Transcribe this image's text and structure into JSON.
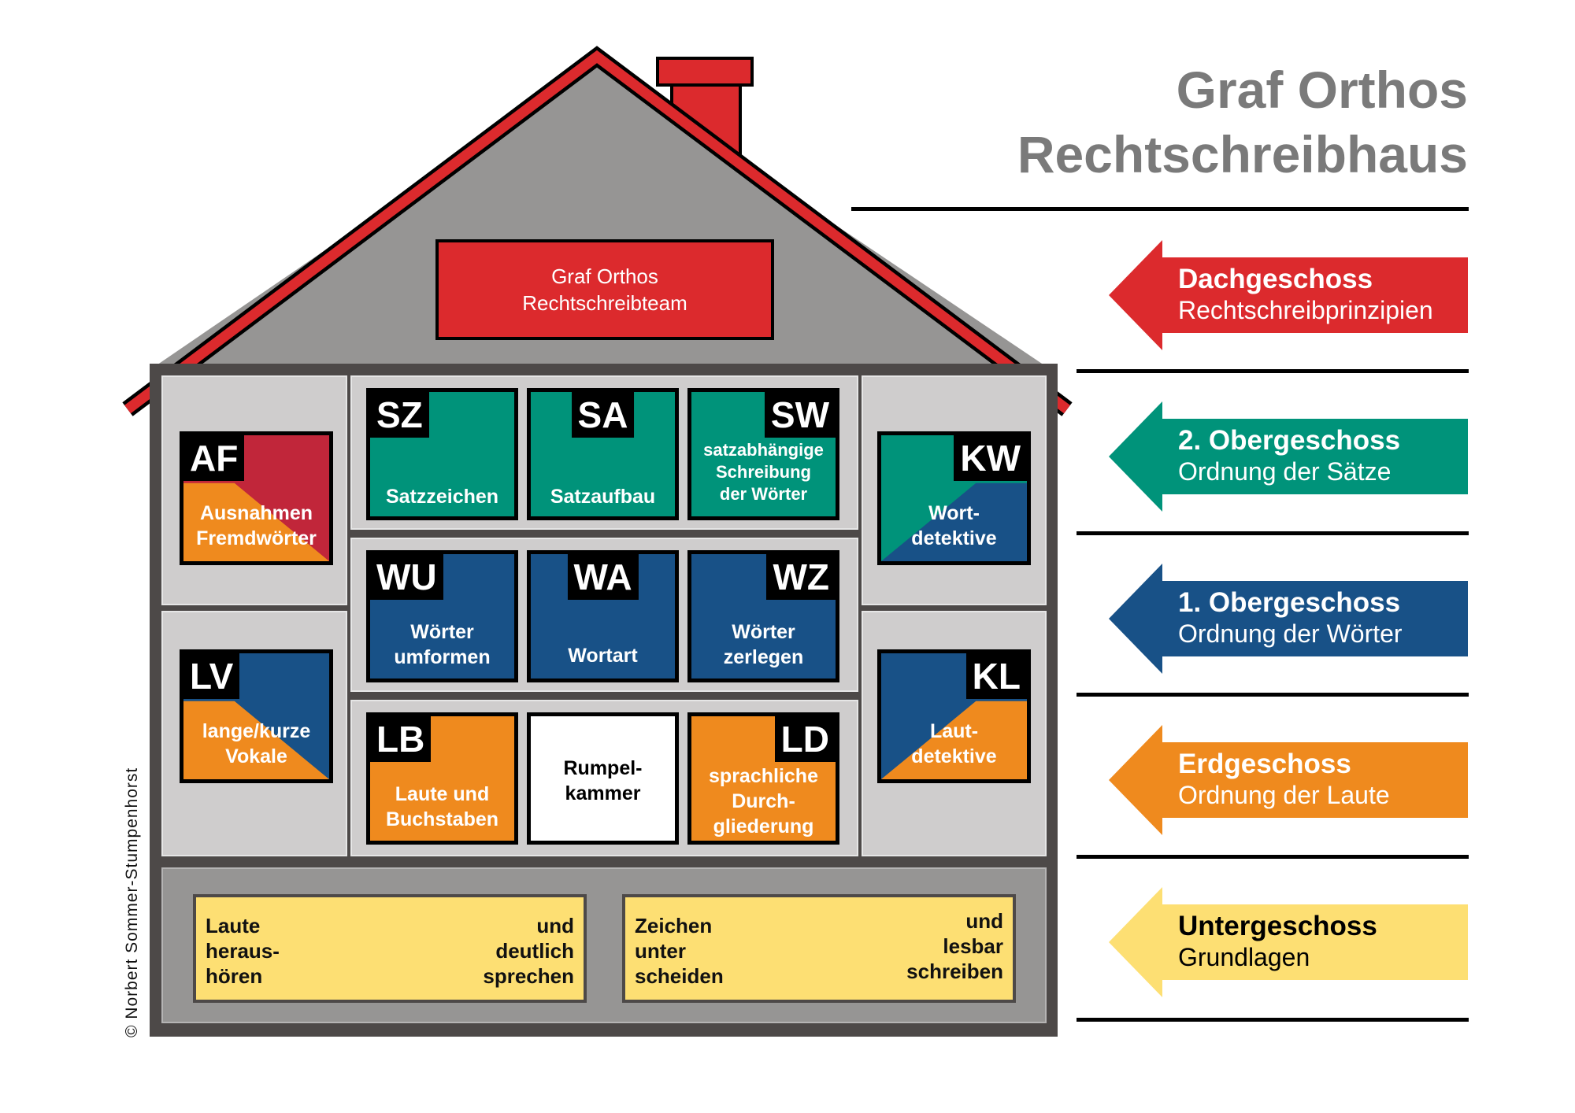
{
  "title": {
    "line1": "Graf Orthos",
    "line2": "Rechtschreibhaus"
  },
  "colors": {
    "roof_red": "#dc2a2d",
    "attic_gray": "#969594",
    "frame_dark": "#4d4948",
    "panel_light": "#cfcdcd",
    "teal": "#00937a",
    "blue": "#185187",
    "orange": "#ef8a1e",
    "crimson": "#c1263a",
    "yellow": "#fddf73",
    "title_gray": "#7a7a7a"
  },
  "attic": {
    "line1": "Graf Orthos",
    "line2": "Rechtschreibteam"
  },
  "rooms": {
    "af": {
      "code": "AF",
      "label": "Ausnahmen\nFremdwörter"
    },
    "lv": {
      "code": "LV",
      "label": "lange/kurze\nVokale"
    },
    "sz": {
      "code": "SZ",
      "label": "Satzzeichen"
    },
    "sa": {
      "code": "SA",
      "label": "Satzaufbau"
    },
    "sw": {
      "code": "SW",
      "label": "satzabhängige\nSchreibung\nder Wörter"
    },
    "wu": {
      "code": "WU",
      "label": "Wörter\numformen"
    },
    "wa": {
      "code": "WA",
      "label": "Wortart"
    },
    "wz": {
      "code": "WZ",
      "label": "Wörter\nzerlegen"
    },
    "lb": {
      "code": "LB",
      "label": "Laute und\nBuchstaben"
    },
    "rk": {
      "code": "",
      "label": "Rumpel-\nkammer"
    },
    "ld": {
      "code": "LD",
      "label": "sprachliche\nDurch-\ngliederung"
    },
    "kw": {
      "code": "KW",
      "label": "Wort-\ndetektive"
    },
    "kl": {
      "code": "KL",
      "label": "Laut-\ndetektive"
    }
  },
  "basement": {
    "box1": {
      "left": "Laute\nheraus-\nhören",
      "right": "und\ndeutlich\nsprechen"
    },
    "box2": {
      "left": "Zeichen\nunter\nscheiden",
      "right": "und\nlesbar\nschreiben"
    }
  },
  "floors": [
    {
      "name": "Dachgeschoss",
      "desc": "Rechtschreibprinzipien",
      "color": "#dc2a2d",
      "text_color": "#ffffff"
    },
    {
      "name": "2. Obergeschoss",
      "desc": "Ordnung der Sätze",
      "color": "#00937a",
      "text_color": "#ffffff"
    },
    {
      "name": "1. Obergeschoss",
      "desc": "Ordnung der Wörter",
      "color": "#185187",
      "text_color": "#ffffff"
    },
    {
      "name": "Erdgeschoss",
      "desc": "Ordnung der Laute",
      "color": "#ef8a1e",
      "text_color": "#ffffff"
    },
    {
      "name": "Untergeschoss",
      "desc": "Grundlagen",
      "color": "#fddf73",
      "text_color": "#000000"
    }
  ],
  "copyright": "© Norbert Sommer-Stumpenhorst"
}
